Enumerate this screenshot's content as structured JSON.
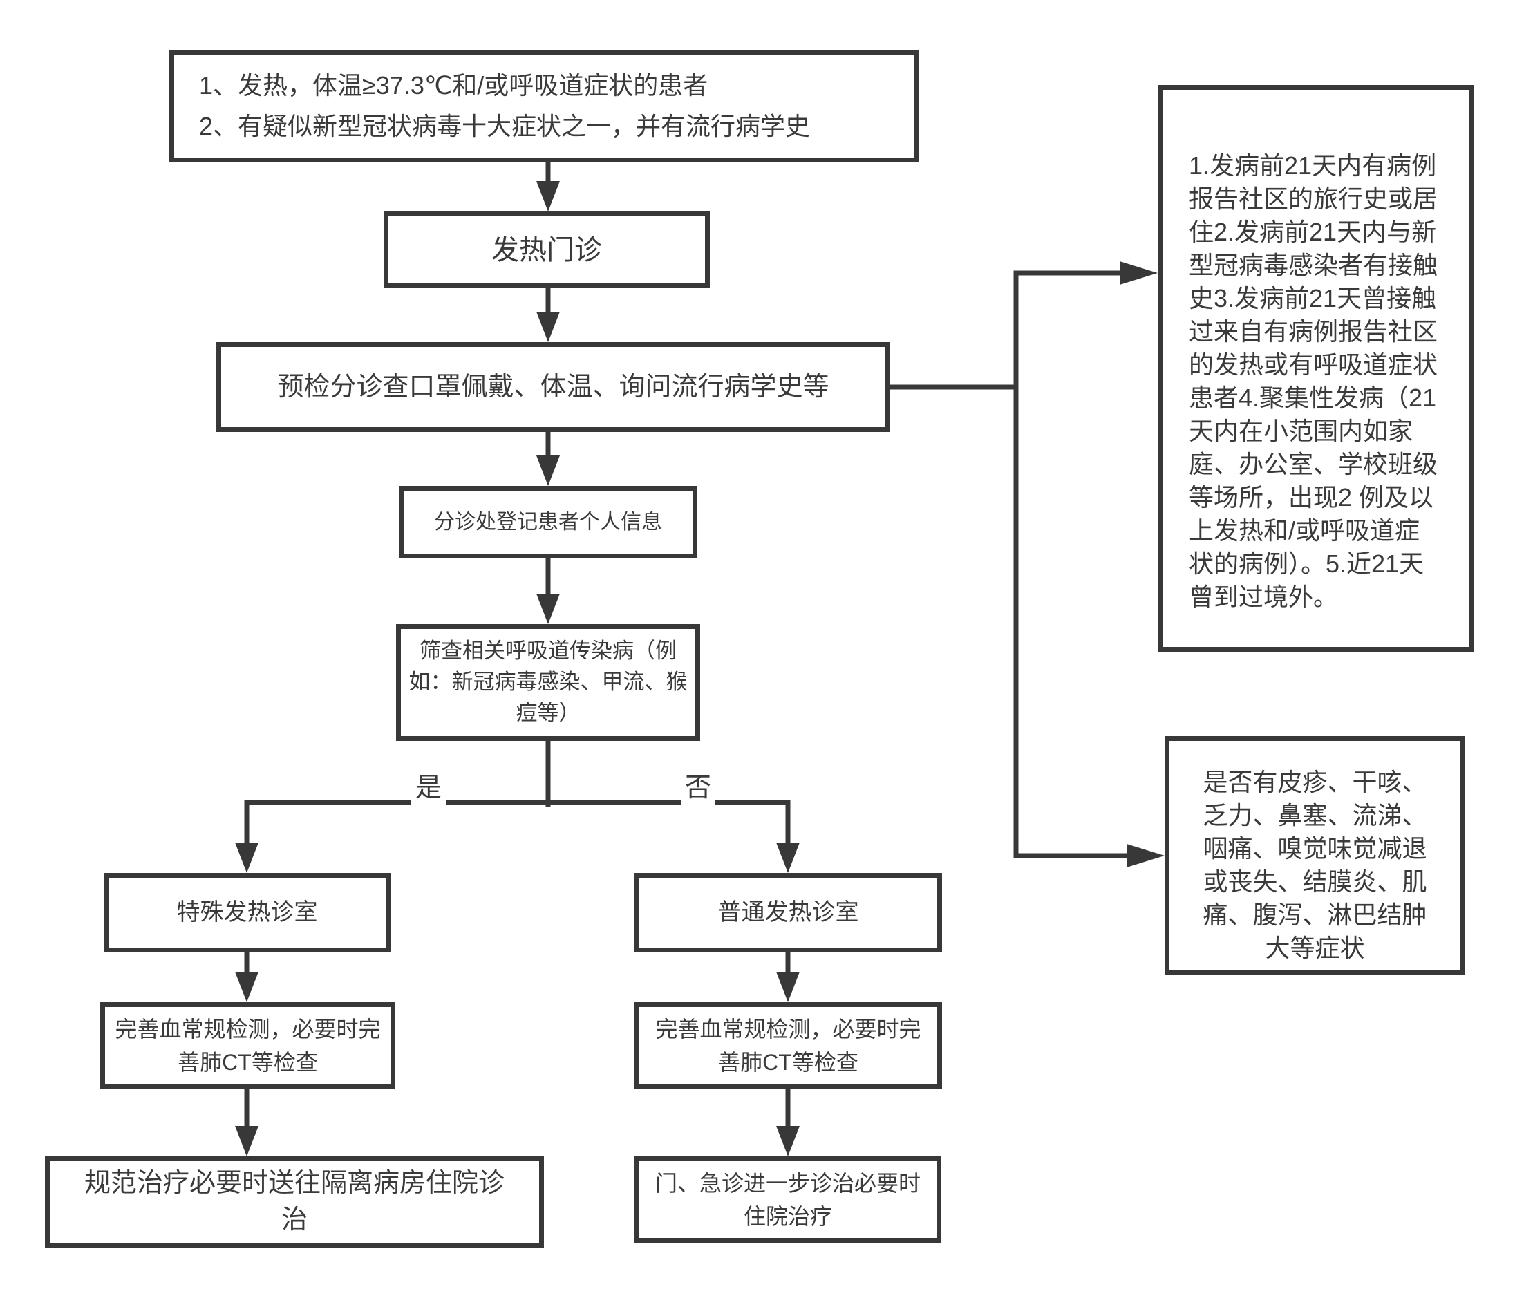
{
  "colors": {
    "line": "#383838",
    "text": "#3a3a3a",
    "background": "#ffffff"
  },
  "nodes": {
    "criteria": "1、发热，体温≥37.3℃和/或呼吸道症状的患者\n2、有疑似新型冠状病毒十大症状之一，并有流行病学史",
    "fever_clinic": "发热门诊",
    "precheck": "预检分诊查口罩佩戴、体温、询问流行病学史等",
    "register": "分诊处登记患者个人信息",
    "screening": "筛查相关呼吸道传染病（例\n如：新冠病毒感染、甲流、猴\n痘等）",
    "special_room": "特殊发热诊室",
    "normal_room": "普通发热诊室",
    "blood_test_left": "完善血常规检测，必要时完\n善肺CT等检查",
    "blood_test_right": "完善血常规检测，必要时完\n善肺CT等检查",
    "isolation_treatment": "规范治疗必要时送往隔离病房住院诊\n治",
    "er_treatment": "门、急诊进一步诊治必要时\n住院治疗"
  },
  "branch": {
    "yes": "是",
    "no": "否"
  },
  "panels": {
    "epidemiology": "1.发病前21天内有病例\n报告社区的旅行史或居\n住2.发病前21天内与新\n型冠病毒感染者有接触\n史3.发病前21天曾接触\n过来自有病例报告社区\n的发热或有呼吸道症状\n患者4.聚集性发病（21\n天内在小范围内如家\n庭、办公室、学校班级\n等场所，出现2 例及以\n上发热和/或呼吸道症\n状的病例）。5.近21天\n曾到过境外。",
    "symptoms": "是否有皮疹、干咳、\n乏力、鼻塞、流涕、\n咽痛、嗅觉味觉减退\n或丧失、结膜炎、肌\n痛、腹泻、淋巴结肿\n大等症状"
  }
}
